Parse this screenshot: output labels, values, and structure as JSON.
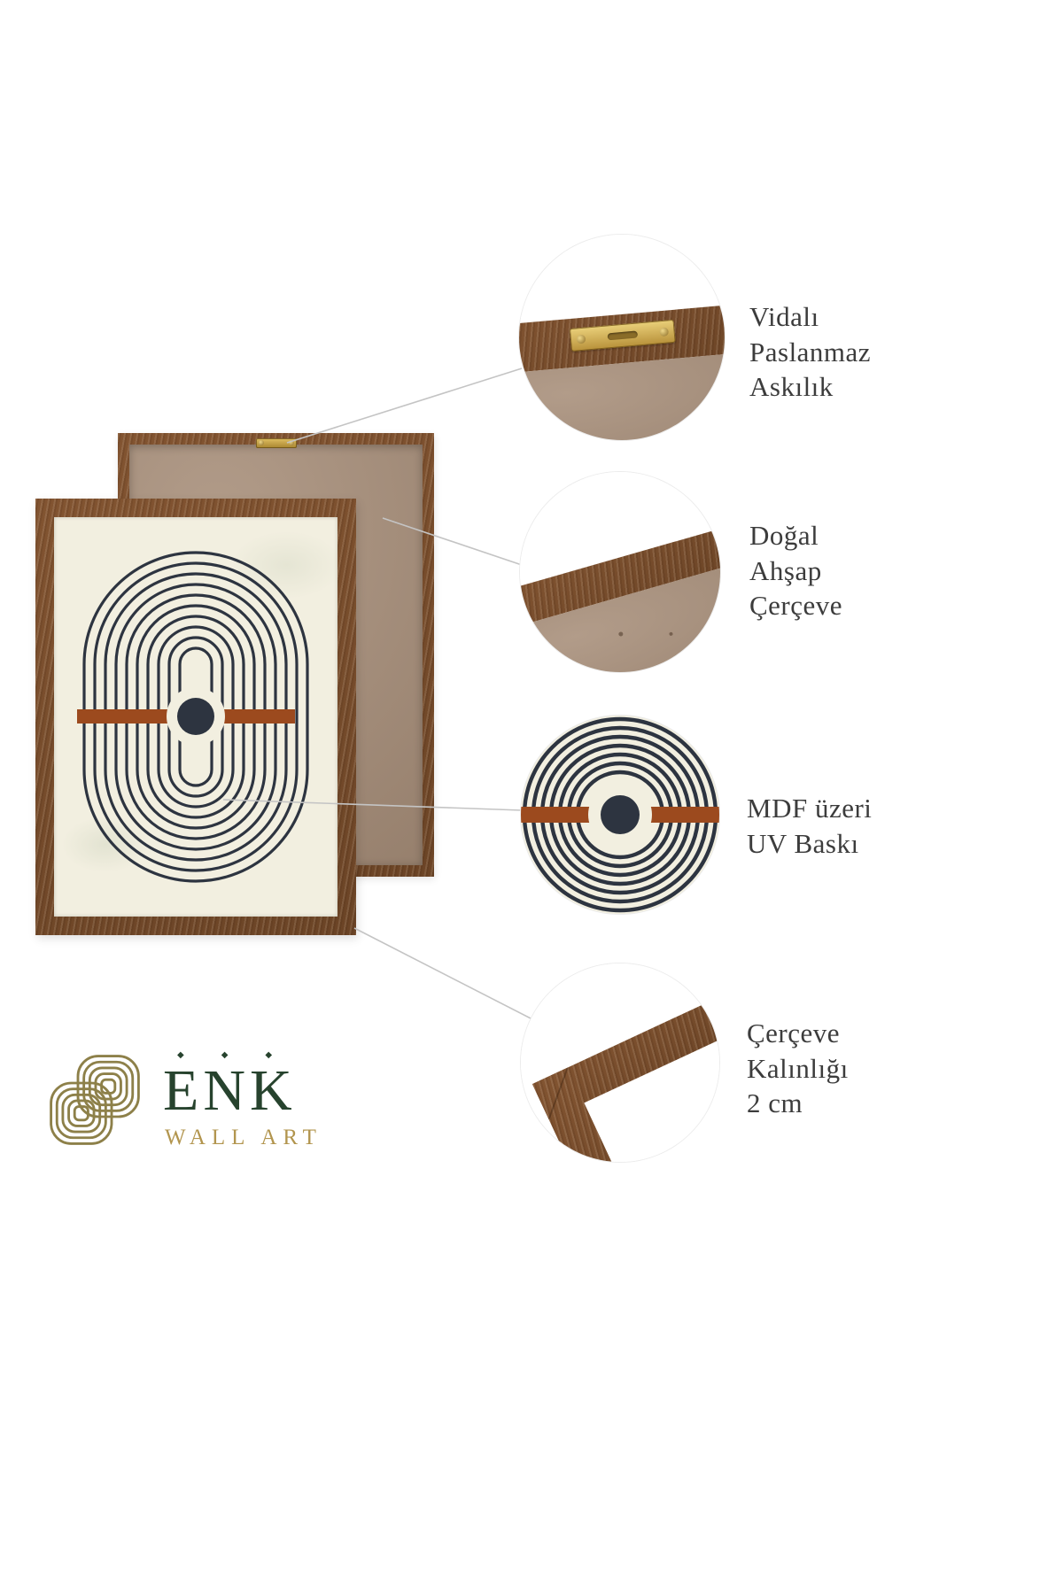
{
  "callouts": [
    {
      "id": "hanger",
      "label": "Vidalı\nPaslanmaz\nAskılık",
      "icon": "hanger-plate-detail"
    },
    {
      "id": "woodframe",
      "label": "Doğal\nAhşap\nÇerçeve",
      "icon": "frame-corner-back-detail"
    },
    {
      "id": "print",
      "label": "MDF üzeri\nUV Baskı",
      "icon": "uv-print-pattern-detail"
    },
    {
      "id": "thickness",
      "label": "Çerçeve\nKalınlığı\n2 cm",
      "icon": "frame-corner-front-detail"
    }
  ],
  "logo": {
    "marks": "◆◆◆",
    "name": "ENK",
    "subtitle": "WALL ART"
  },
  "colors": {
    "wood": "#825431",
    "wood_dark": "#6b4426",
    "kraft": "#a78e79",
    "cream": "#f2efe0",
    "navy": "#2d3440",
    "rust": "#9c4a1e",
    "line": "#c4c4c4",
    "label": "#3c3c3c",
    "logo_green": "#27432e",
    "logo_gold": "#b2954e",
    "logo_olive": "#8d8049"
  }
}
